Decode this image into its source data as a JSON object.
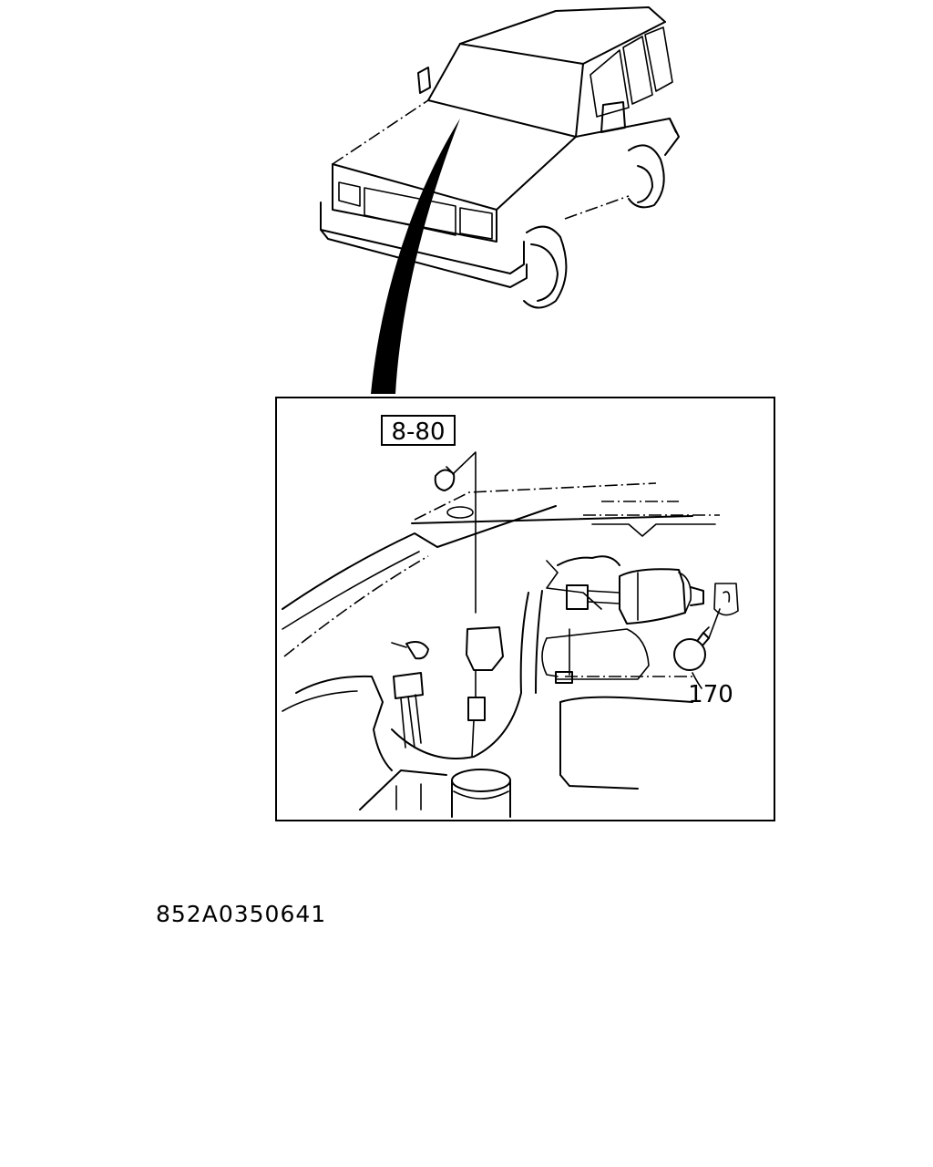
{
  "callouts": {
    "reference_label": "8-80",
    "part_label": "170"
  },
  "footer": {
    "diagram_code": "852A0350641"
  }
}
